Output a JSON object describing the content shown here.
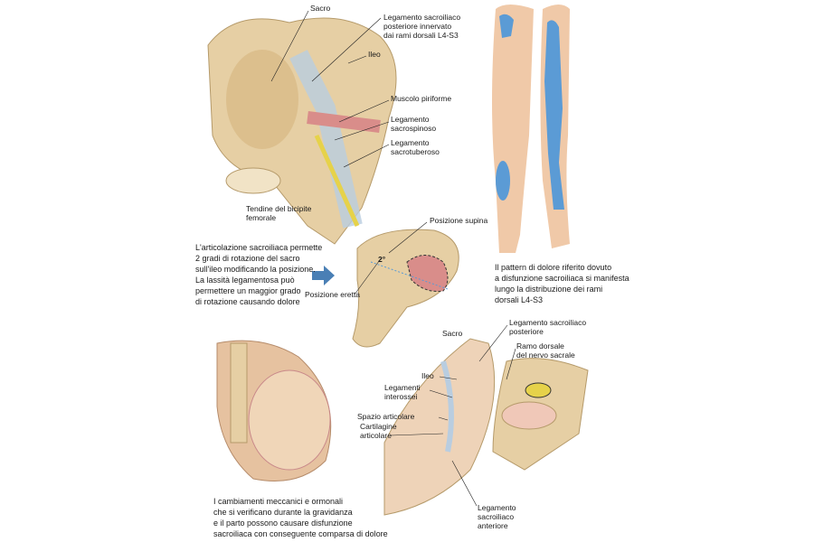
{
  "figure": {
    "labels": {
      "sacro_top": "Sacro",
      "lig_post_innervato": "Legamento sacroiliaco\nposteriore innervato\ndai rami dorsali L4-S3",
      "ileo_top": "Ileo",
      "piriforme": "Muscolo piriforme",
      "sacrospinoso": "Legamento\nsacrospinoso",
      "sacrotuberoso": "Legamento\nsacrotuberoso",
      "bicipite": "Tendine del bicipite\nfemorale",
      "supina": "Posizione supina",
      "eretta": "Posizione eretta",
      "angle": "2°",
      "sacro_bottom": "Sacro",
      "lig_post": "Legamento sacroiliaco\nposteriore",
      "ramo_dorsale": "Ramo dorsale\ndel nervo sacrale",
      "ileo_bottom": "Ileo",
      "interossei": "Legamenti\ninterossei",
      "spazio": "Spazio articolare",
      "cartilagine": "Cartilagine\narticolare",
      "lig_ant": "Legamento\nsacroiliaco\nanteriore"
    },
    "captions": {
      "rotation": "L'articolazione sacroiliaca permette\n2 gradi di rotazione del sacro\nsull'ileo modificando la posizione.\nLa lassità legamentosa può\npermettere un maggior grado\ndi rotazione causando dolore",
      "pain_pattern": "Il pattern di dolore riferito dovuto\na disfunzione sacroiliaca si manifesta\nlungo la distribuzione dei rami\ndorsali L4-S3",
      "pregnancy": "I cambiamenti meccanici e ormonali\nche si verificano durante la gravidanza\ne il parto possono causare disfunzione\nsacroiliaca con conseguente comparsa di dolore"
    },
    "colors": {
      "bone": "#e6cfa4",
      "ligament": "#b9cde0",
      "pain": "#5b9bd5",
      "muscle": "#d98d8a",
      "arrow": "#4a7fb5"
    }
  }
}
